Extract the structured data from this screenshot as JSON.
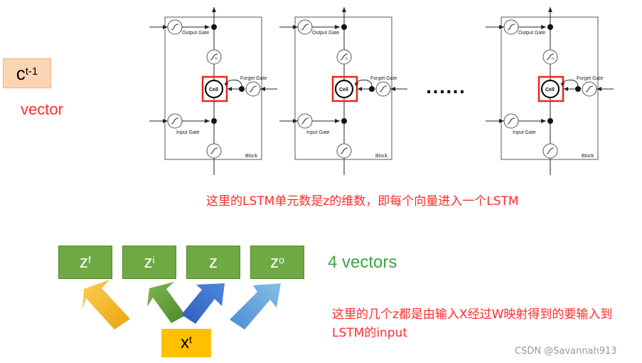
{
  "cell_state": {
    "base": "c",
    "superscript": "t-1",
    "caption": "vector"
  },
  "lstm_blocks": {
    "output_gate": "Output Gate",
    "forget_gate": "Forget Gate",
    "input_gate": "Input Gate",
    "cell": "Cell",
    "block": "Block",
    "sigmoid_symbol": "f",
    "input_symbol": "g",
    "output_symbol": "h",
    "count_visible": 3
  },
  "ellipsis": "......",
  "note_top": "这里的LSTM单元数是z的维数，即每个向量进入一个LSTM",
  "z_vectors": [
    {
      "base": "z",
      "superscript": "f"
    },
    {
      "base": "z",
      "superscript": "i"
    },
    {
      "base": "z",
      "superscript": ""
    },
    {
      "base": "z",
      "superscript": "o"
    }
  ],
  "four_vectors_label": "4 vectors",
  "input": {
    "base": "x",
    "superscript": "t"
  },
  "note_bottom": "这里的几个z都是由输入X经过W映射得到的要输入到LSTM的input",
  "watermark": "CSDN @Savannah913",
  "colors": {
    "annotation_red": "#ff2b2b",
    "highlight_red": "#e8261e",
    "z_green": "#70a843",
    "vectors_label_green": "#3aa544",
    "input_yellow": "#ffc000",
    "cell_state_orange": "#fcd5b4",
    "arrow_yellow": "#f2b52b",
    "arrow_green": "#6aa341",
    "arrow_blue": "#3a6fd0",
    "arrow_lightblue": "#5b9bd5"
  }
}
